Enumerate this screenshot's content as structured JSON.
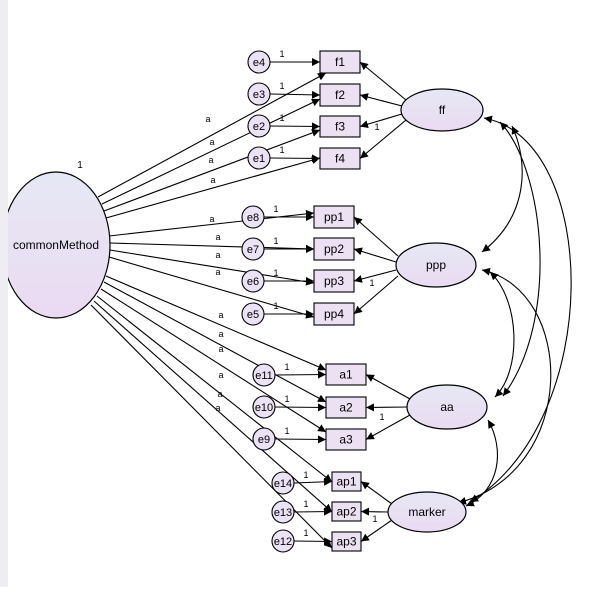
{
  "diagram": {
    "colors": {
      "latent_fill_top": "#e6e8f4",
      "latent_fill_bottom": "#eadaf2",
      "box_fill": "#ebe1f3",
      "error_fill": "#ece2f5",
      "stroke": "#000000",
      "sidebar": "#eeeef2"
    },
    "latents": [
      {
        "id": "commonMethod",
        "label": "commonMethod",
        "variance_label": "1"
      },
      {
        "id": "ff",
        "label": "ff"
      },
      {
        "id": "ppp",
        "label": "ppp"
      },
      {
        "id": "aa",
        "label": "aa"
      },
      {
        "id": "marker",
        "label": "marker"
      }
    ],
    "observed": [
      {
        "id": "f1",
        "label": "f1",
        "factor": "ff"
      },
      {
        "id": "f2",
        "label": "f2",
        "factor": "ff"
      },
      {
        "id": "f3",
        "label": "f3",
        "factor": "ff"
      },
      {
        "id": "f4",
        "label": "f4",
        "factor": "ff"
      },
      {
        "id": "pp1",
        "label": "pp1",
        "factor": "ppp"
      },
      {
        "id": "pp2",
        "label": "pp2",
        "factor": "ppp"
      },
      {
        "id": "pp3",
        "label": "pp3",
        "factor": "ppp"
      },
      {
        "id": "pp4",
        "label": "pp4",
        "factor": "ppp"
      },
      {
        "id": "a1",
        "label": "a1",
        "factor": "aa"
      },
      {
        "id": "a2",
        "label": "a2",
        "factor": "aa"
      },
      {
        "id": "a3",
        "label": "a3",
        "factor": "aa"
      },
      {
        "id": "ap1",
        "label": "ap1",
        "factor": "marker"
      },
      {
        "id": "ap2",
        "label": "ap2",
        "factor": "marker"
      },
      {
        "id": "ap3",
        "label": "ap3",
        "factor": "marker"
      }
    ],
    "errors": [
      {
        "id": "e4",
        "label": "e4",
        "target": "f1"
      },
      {
        "id": "e3",
        "label": "e3",
        "target": "f2"
      },
      {
        "id": "e2",
        "label": "e2",
        "target": "f3"
      },
      {
        "id": "e1",
        "label": "e1",
        "target": "f4"
      },
      {
        "id": "e8",
        "label": "e8",
        "target": "pp1"
      },
      {
        "id": "e7",
        "label": "e7",
        "target": "pp2"
      },
      {
        "id": "e6",
        "label": "e6",
        "target": "pp3"
      },
      {
        "id": "e5",
        "label": "e5",
        "target": "pp4"
      },
      {
        "id": "e11",
        "label": "e11",
        "target": "a1"
      },
      {
        "id": "e10",
        "label": "e10",
        "target": "a2"
      },
      {
        "id": "e9",
        "label": "e9",
        "target": "a3"
      },
      {
        "id": "e14",
        "label": "e14",
        "target": "ap1"
      },
      {
        "id": "e13",
        "label": "e13",
        "target": "ap2"
      },
      {
        "id": "e12",
        "label": "e12",
        "target": "ap3"
      }
    ],
    "error_path_label": "1",
    "method_loading_label": "a",
    "fixed_loading_label": "1",
    "fixed_loadings": [
      {
        "factor": "ff",
        "target": "f4"
      },
      {
        "factor": "ppp",
        "target": "pp4"
      },
      {
        "factor": "aa",
        "target": "a3"
      },
      {
        "factor": "marker",
        "target": "ap3"
      }
    ],
    "covariances": [
      [
        "ff",
        "ppp"
      ],
      [
        "ff",
        "aa"
      ],
      [
        "ff",
        "marker"
      ],
      [
        "ppp",
        "aa"
      ],
      [
        "ppp",
        "marker"
      ],
      [
        "aa",
        "marker"
      ]
    ]
  }
}
